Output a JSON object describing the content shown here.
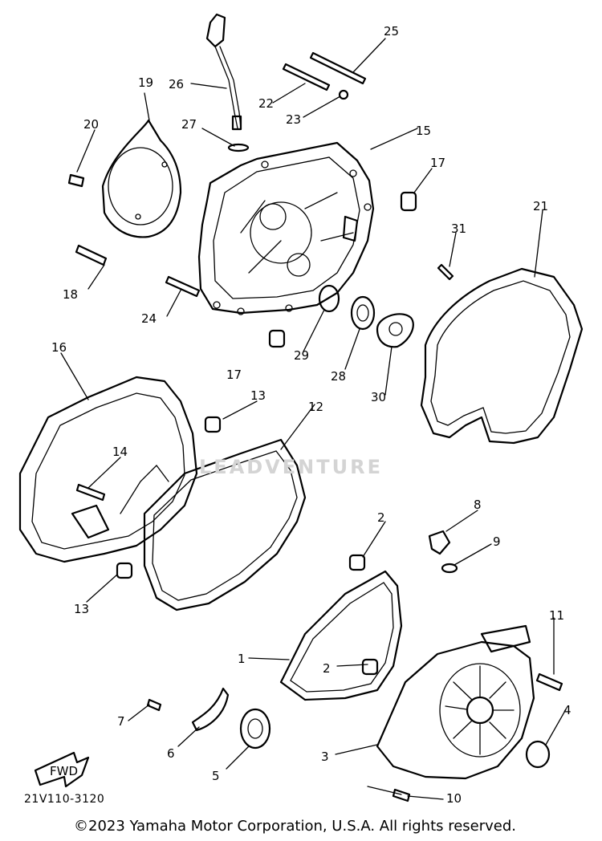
{
  "diagram": {
    "code": "21V110-3120",
    "copyright": "©2023 Yamaha Motor Corporation, U.S.A. All rights reserved.",
    "watermark": "LEADVENTURE",
    "fwd_label": "FWD"
  },
  "callouts": [
    {
      "id": "1",
      "label": "1"
    },
    {
      "id": "2a",
      "label": "2"
    },
    {
      "id": "2b",
      "label": "2"
    },
    {
      "id": "3",
      "label": "3"
    },
    {
      "id": "4",
      "label": "4"
    },
    {
      "id": "5",
      "label": "5"
    },
    {
      "id": "6",
      "label": "6"
    },
    {
      "id": "7",
      "label": "7"
    },
    {
      "id": "8",
      "label": "8"
    },
    {
      "id": "9",
      "label": "9"
    },
    {
      "id": "10",
      "label": "10"
    },
    {
      "id": "11",
      "label": "11"
    },
    {
      "id": "12",
      "label": "12"
    },
    {
      "id": "13a",
      "label": "13"
    },
    {
      "id": "13b",
      "label": "13"
    },
    {
      "id": "14",
      "label": "14"
    },
    {
      "id": "15",
      "label": "15"
    },
    {
      "id": "16",
      "label": "16"
    },
    {
      "id": "17a",
      "label": "17"
    },
    {
      "id": "17b",
      "label": "17"
    },
    {
      "id": "18",
      "label": "18"
    },
    {
      "id": "19",
      "label": "19"
    },
    {
      "id": "20",
      "label": "20"
    },
    {
      "id": "21",
      "label": "21"
    },
    {
      "id": "22",
      "label": "22"
    },
    {
      "id": "23",
      "label": "23"
    },
    {
      "id": "24",
      "label": "24"
    },
    {
      "id": "25",
      "label": "25"
    },
    {
      "id": "26",
      "label": "26"
    },
    {
      "id": "27",
      "label": "27"
    },
    {
      "id": "28",
      "label": "28"
    },
    {
      "id": "29",
      "label": "29"
    },
    {
      "id": "30",
      "label": "30"
    },
    {
      "id": "31",
      "label": "31"
    }
  ]
}
